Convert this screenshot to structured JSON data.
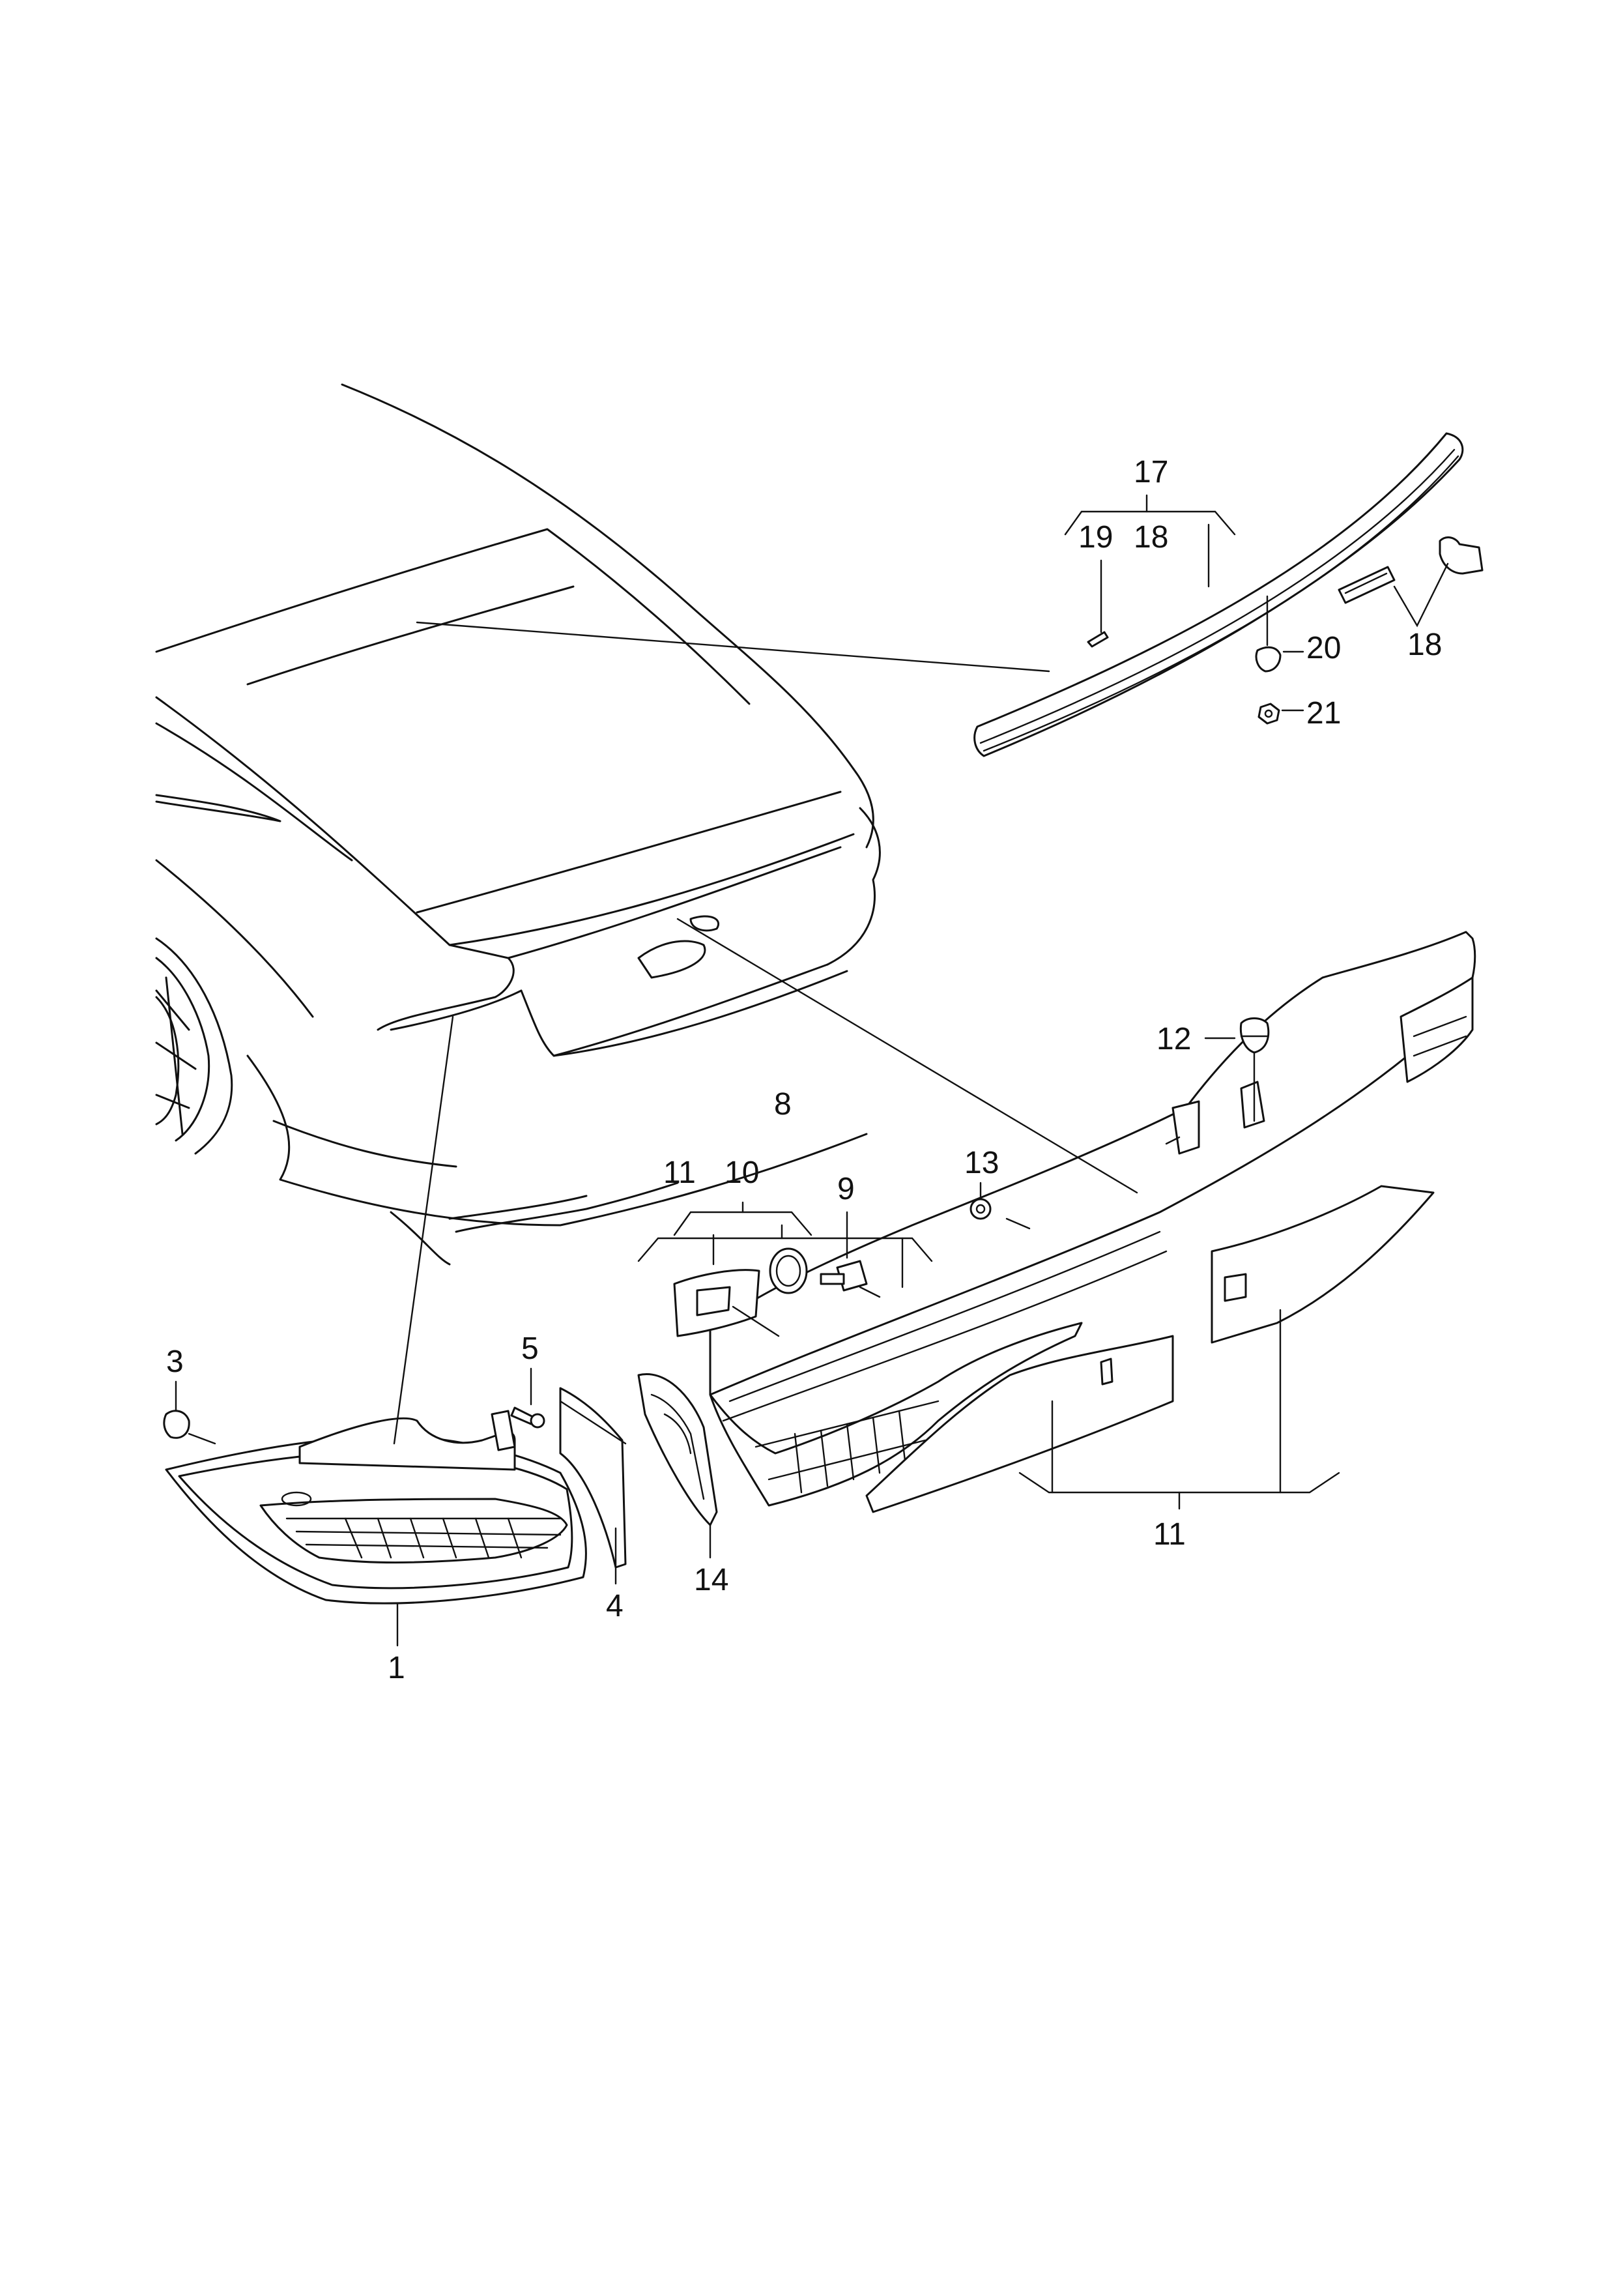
{
  "labels": {
    "l1": "1",
    "l3": "3",
    "l4": "4",
    "l5": "5",
    "l8": "8",
    "l9": "9",
    "l10": "10",
    "l11_group": "11",
    "l11_bottom": "11",
    "l12": "12",
    "l13": "13",
    "l14": "14",
    "l17": "17",
    "l18_group": "18",
    "l18_right": "18",
    "l19": "19",
    "l20": "20",
    "l21": "21"
  }
}
